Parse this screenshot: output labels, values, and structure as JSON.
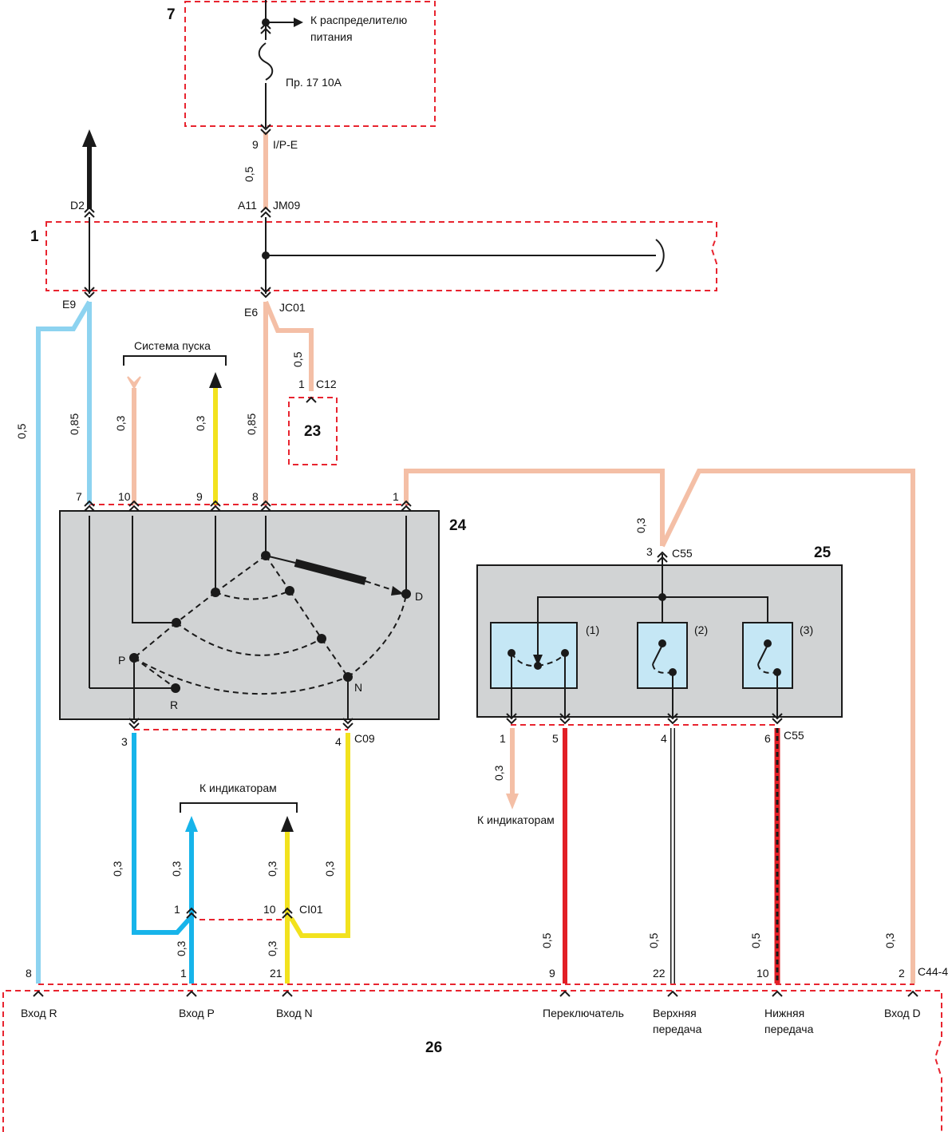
{
  "blocks": {
    "b1": "1",
    "b7": "7",
    "b23": "23",
    "b24": "24",
    "b25": "25",
    "b26": "26"
  },
  "top": {
    "to_power_distributor_line1": "К распределителю",
    "to_power_distributor_line2": "питания",
    "fuse": "Пр. 17 10А",
    "pin9": "9",
    "conn_ip_e": "I/P-E",
    "g_05": "0,5",
    "pin_a11": "A11",
    "conn_jm09": "JM09",
    "pin_d2": "D2",
    "pin_e9": "E9",
    "pin_e6": "E6",
    "conn_jc01": "JC01"
  },
  "c12": {
    "gauge": "0,5",
    "pin": "1",
    "conn": "C12"
  },
  "selector": {
    "start_system": "Система пуска",
    "g_left": "0,5",
    "g_7": "0,85",
    "g_10": "0,3",
    "g_9": "0,3",
    "g_8": "0,85",
    "pin7": "7",
    "pin10": "10",
    "pin9": "9",
    "pin8": "8",
    "pin1": "1",
    "pos_p": "P",
    "pos_r": "R",
    "pos_n": "N",
    "pos_d": "D",
    "pin3": "3",
    "pin4": "4",
    "conn_c09": "C09"
  },
  "indicators": {
    "label": "К индикаторам",
    "g_left": "0,3",
    "g_mid1": "0,3",
    "g_mid2": "0,3",
    "g_right": "0,3",
    "pin1": "1",
    "pin10": "10",
    "conn_ci01": "CI01",
    "g_bot1": "0,3",
    "g_bot2": "0,3"
  },
  "switch": {
    "g_top": "0,3",
    "pin3": "3",
    "conn_c55_top": "C55",
    "sw1": "(1)",
    "sw2": "(2)",
    "sw3": "(3)",
    "pin1": "1",
    "pin5": "5",
    "pin4": "4",
    "pin6": "6",
    "conn_c55_bot": "C55",
    "g_ind": "0,3",
    "to_indicators": "К индикаторам"
  },
  "ecu": {
    "pin8": "8",
    "pin1": "1",
    "pin21": "21",
    "pin9": "9",
    "pin22": "22",
    "pin10": "10",
    "pin2": "2",
    "conn": "C44-4",
    "g_9": "0,5",
    "g_22": "0,5",
    "g_10": "0,5",
    "g_2": "0,3",
    "in_r": "Вход R",
    "in_p": "Вход P",
    "in_n": "Вход N",
    "switcher": "Переключатель",
    "upper_l1": "Верхняя",
    "upper_l2": "передача",
    "lower_l1": "Нижняя",
    "lower_l2": "передача",
    "in_d": "Вход D"
  },
  "wire_colors": {
    "pink": "#f4bfa6",
    "light_blue": "#8dd3f0",
    "blue": "#17b4ea",
    "yellow": "#f2e21e",
    "red": "#e21f26",
    "black": "#1a1a1a",
    "white": "#ffffff",
    "box_gray": "#d1d3d4",
    "switch_blue": "#c5e7f5",
    "dash_red": "#e8242f"
  }
}
